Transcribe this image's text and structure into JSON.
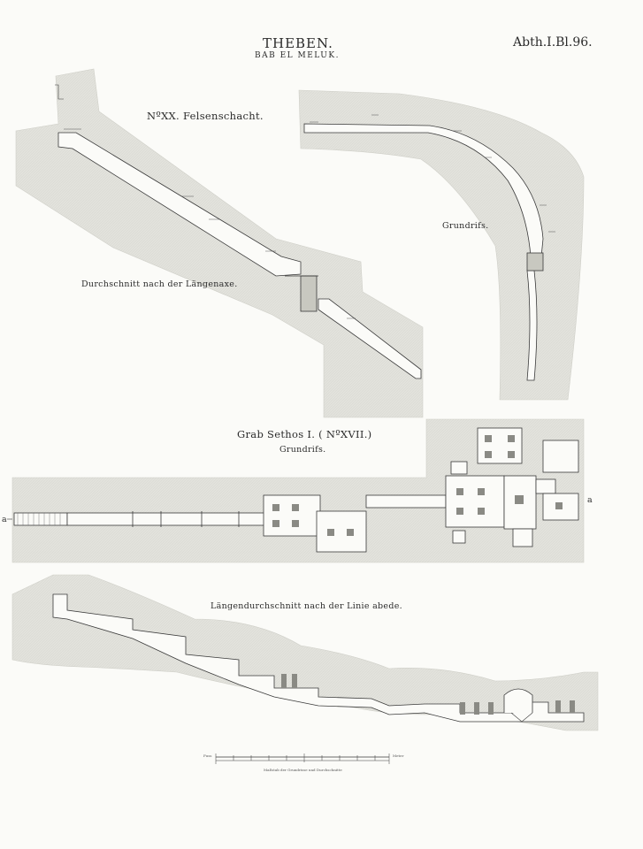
{
  "header": {
    "title": "THEBEN.",
    "subtitle": "BAB EL MELUK.",
    "plate_number": "Abth.I.Bl.96."
  },
  "section_top_left": {
    "title": "NºXX. Felsenschacht.",
    "caption": "Durchschnitt nach der Längenaxe."
  },
  "section_top_right": {
    "caption": "Grundrifs."
  },
  "section_middle": {
    "title": "Grab Sethos I. ( NºXVII.)",
    "caption": "Grundrifs.",
    "end_marker_left": "a",
    "end_marker_right": "a"
  },
  "section_bottom": {
    "caption": "Längendurchschnitt nach der Linie abede."
  },
  "scale_bar": {
    "left_label": "Fuss",
    "right_label": "Meter",
    "caption": "Maßstab der Grundrisse und Durchschnitte"
  },
  "colors": {
    "paper": "#fbfbf8",
    "rock_fill": "#e4e4df",
    "line": "#3a3a3a"
  }
}
